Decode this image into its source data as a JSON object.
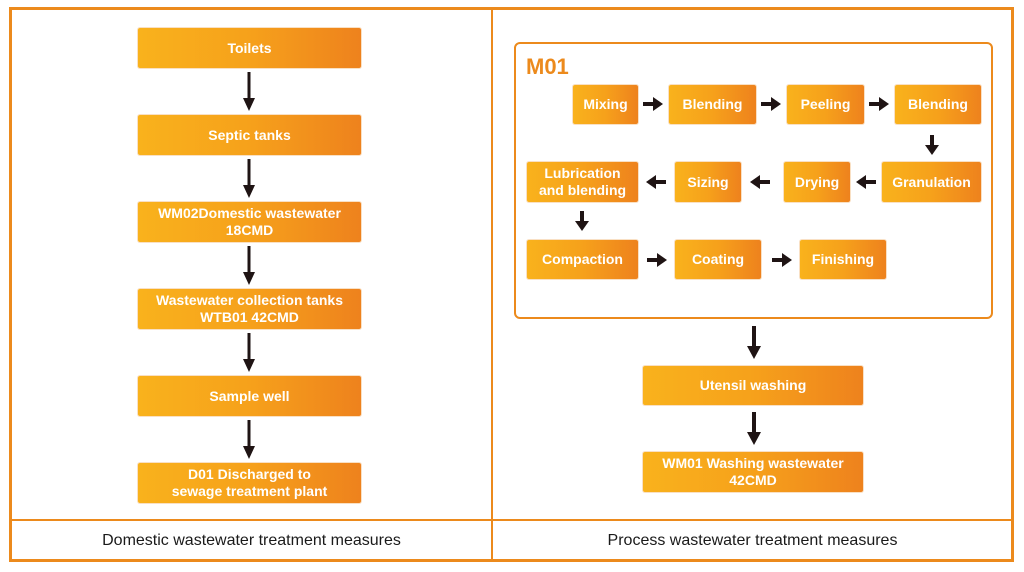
{
  "left_panel": {
    "steps": [
      "Toilets",
      "Septic tanks",
      "WM02Domestic wastewater\n18CMD",
      "Wastewater collection tanks\nWTB01 42CMD",
      "Sample well",
      "D01 Discharged to\nsewage treatment plant"
    ],
    "caption": "Domestic wastewater treatment measures"
  },
  "right_panel": {
    "process_group_title": "M01",
    "process_steps": {
      "mixing": "Mixing",
      "blending_1": "Blending",
      "peeling": "Peeling",
      "blending_2": "Blending",
      "granulation": "Granulation",
      "drying": "Drying",
      "sizing": "Sizing",
      "lubrication": "Lubrication\nand blending",
      "compaction": "Compaction",
      "coating": "Coating",
      "finishing": "Finishing"
    },
    "utensil_washing": "Utensil washing",
    "washing_wastewater": "WM01 Washing wastewater\n42CMD",
    "caption": "Process wastewater treatment measures"
  },
  "colors": {
    "accent": "#ec8a1c",
    "box_gradient_start": "#f9b21c",
    "box_gradient_end": "#ee821d",
    "arrow": "#1f1414"
  }
}
